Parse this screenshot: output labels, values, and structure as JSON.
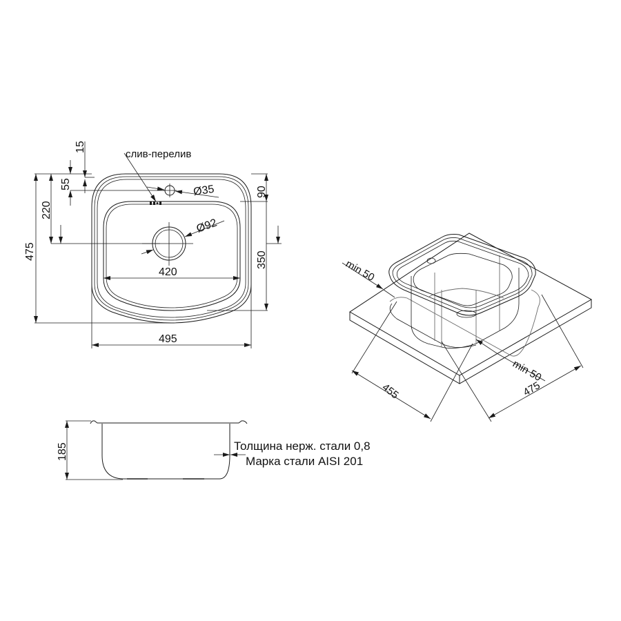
{
  "drawing": {
    "title": "Sink technical drawing",
    "top_view": {
      "overflow_label": "слив-перелив",
      "dims": {
        "d15": "15",
        "d55": "55",
        "d220": "220",
        "d475": "475",
        "d90": "90",
        "d350": "350",
        "dia35": "Ø35",
        "dia92": "Ø92",
        "w420": "420",
        "w495": "495"
      }
    },
    "side_view": {
      "height": "185",
      "note_thickness": "Толщина нерж. стали 0,8",
      "note_grade": "Марка стали AISI 201"
    },
    "iso_view": {
      "min50_left": "min 50",
      "min50_right": "min 50",
      "w455": "455",
      "w475": "475"
    },
    "colors": {
      "line": "#1a1a1a",
      "background": "#ffffff"
    }
  }
}
